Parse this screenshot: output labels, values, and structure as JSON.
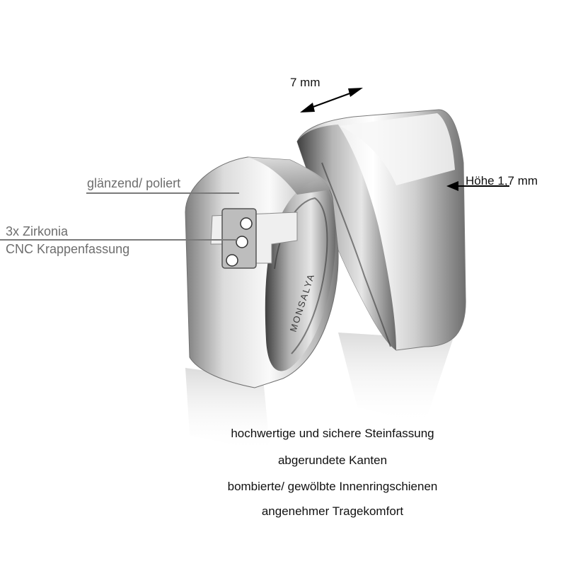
{
  "annotations": {
    "width_label": "7 mm",
    "height_label": "Höhe 1,7 mm",
    "finish_label": "glänzend/ poliert",
    "stones_label": "3x Zirkonia",
    "setting_label": "CNC Krappenfassung"
  },
  "engraving": "MONSALYA",
  "features": [
    "hochwertige und sichere Steinfassung",
    "abgerundete Kanten",
    "bombierte/ gewölbte Innenringschienen",
    "angenehmer Tragekomfort"
  ],
  "colors": {
    "metal_light": "#f4f4f4",
    "metal_mid": "#c9c9c9",
    "metal_dark": "#5a5a5a",
    "leader_line": "#7a7a7a",
    "arrow": "#000000"
  }
}
